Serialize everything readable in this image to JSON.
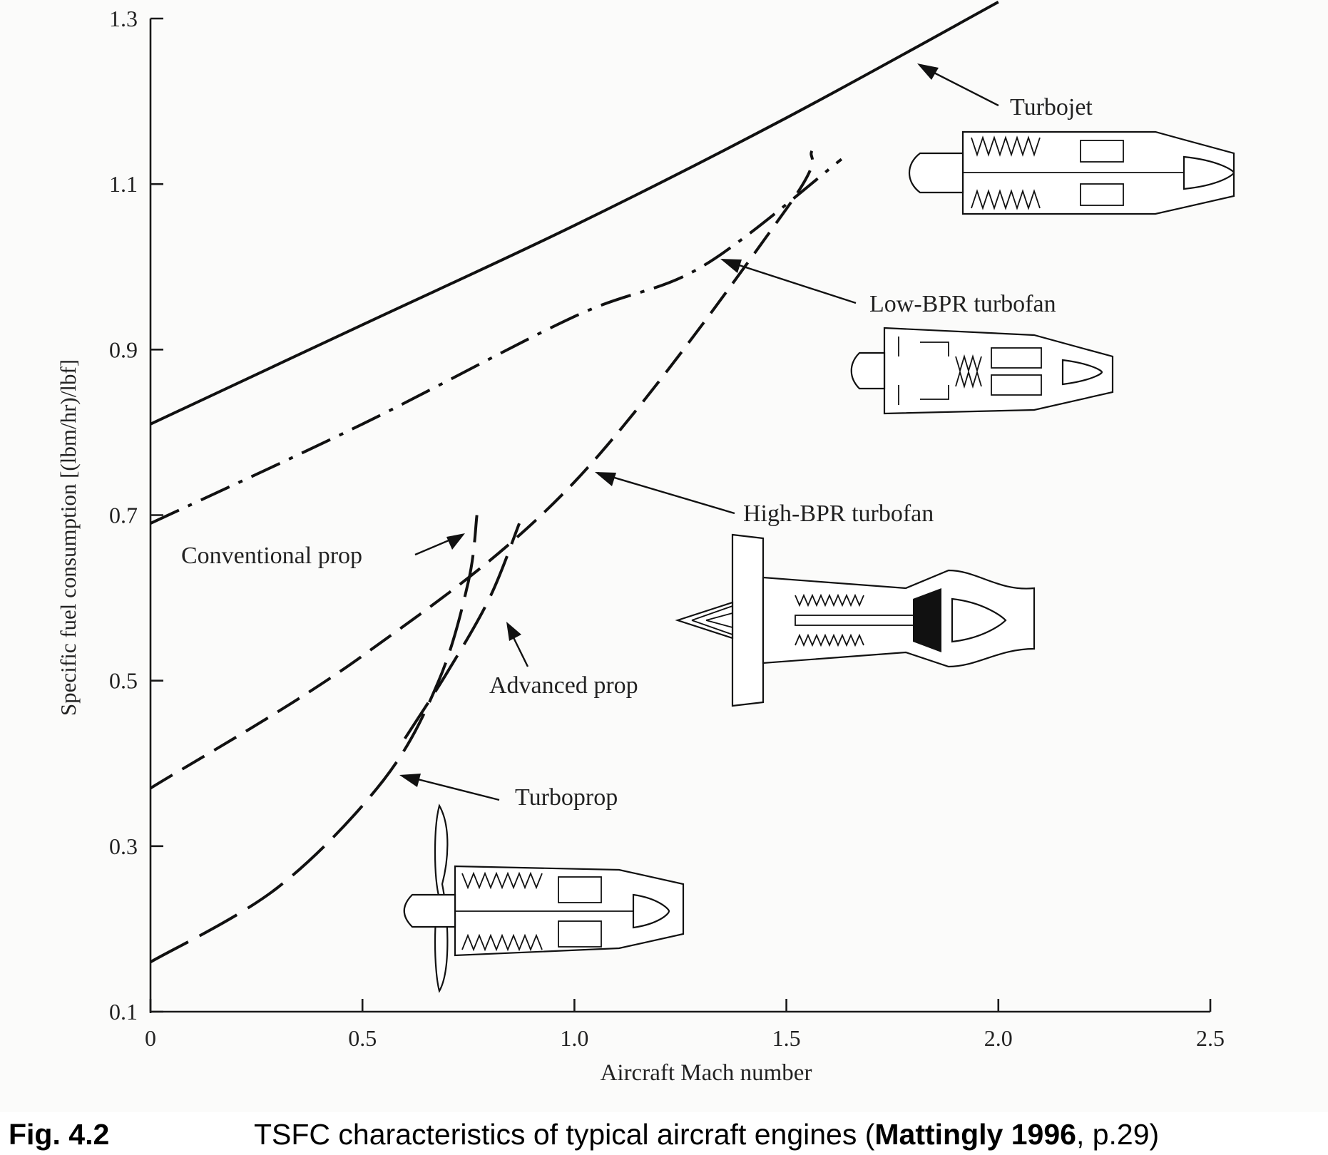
{
  "chart_data": {
    "type": "line",
    "title": "",
    "xlabel": "Aircraft Mach number",
    "ylabel": "Specific fuel consumption [(lbm/hr)/lbf]",
    "xlim": [
      0,
      2.5
    ],
    "ylim": [
      0.1,
      1.3
    ],
    "x_ticks": [
      "0",
      "0.5",
      "1.0",
      "1.5",
      "2.0",
      "2.5"
    ],
    "y_ticks": [
      "0.1",
      "0.3",
      "0.5",
      "0.7",
      "0.9",
      "1.1",
      "1.3"
    ],
    "grid": false,
    "series": [
      {
        "name": "Turbojet",
        "style": "solid",
        "x": [
          0,
          0.5,
          1.0,
          1.5,
          2.0
        ],
        "y": [
          0.81,
          0.93,
          1.05,
          1.18,
          1.32
        ]
      },
      {
        "name": "Low-BPR turbofan",
        "style": "dash-dot",
        "x": [
          0,
          0.5,
          1.0,
          1.3,
          1.63
        ],
        "y": [
          0.69,
          0.81,
          0.94,
          1.0,
          1.13
        ]
      },
      {
        "name": "High-BPR turbofan",
        "style": "dashed",
        "x": [
          0,
          0.5,
          1.0,
          1.5,
          1.56
        ],
        "y": [
          0.37,
          0.53,
          0.74,
          1.07,
          1.14
        ]
      },
      {
        "name": "Turboprop",
        "style": "long-dash",
        "x": [
          0,
          0.3,
          0.55,
          0.68,
          0.75,
          0.77
        ],
        "y": [
          0.16,
          0.25,
          0.38,
          0.5,
          0.62,
          0.7
        ]
      },
      {
        "name": "Advanced prop",
        "style": "long-dash",
        "x": [
          0.6,
          0.7,
          0.8,
          0.87
        ],
        "y": [
          0.43,
          0.51,
          0.6,
          0.69
        ]
      }
    ],
    "annotations": [
      "Turbojet",
      "Low-BPR turbofan",
      "High-BPR turbofan",
      "Conventional prop",
      "Advanced prop",
      "Turboprop"
    ]
  },
  "caption": {
    "fig": "Fig. 4.2",
    "text_pre": "TSFC characteristics of typical aircraft engines (",
    "text_bold": "Mattingly 1996",
    "text_post": ", p.29)"
  }
}
